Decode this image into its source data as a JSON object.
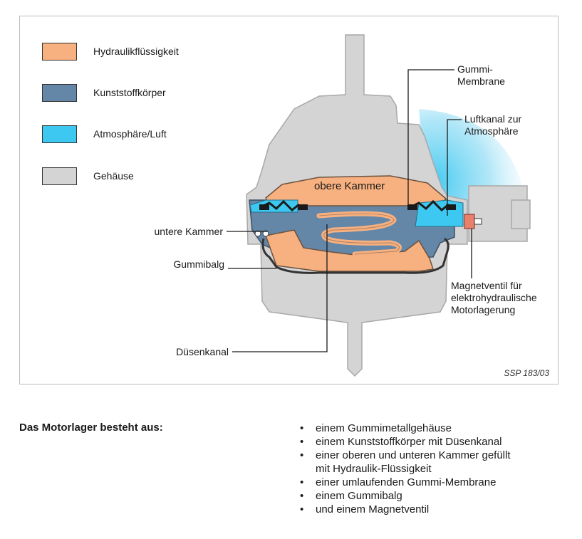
{
  "legend": {
    "items": [
      {
        "label": "Hydraulikflüssigkeit",
        "color": "#f7b07f"
      },
      {
        "label": "Kunststoffkörper",
        "color": "#6487a8"
      },
      {
        "label": "Atmosphäre/Luft",
        "color": "#3cc8f0"
      },
      {
        "label": "Gehäuse",
        "color": "#d4d4d4"
      }
    ]
  },
  "labels": {
    "gummi_membrane": "Gummi-\nMembrane",
    "luftkanal": "Luftkanal zur\nAtmosphäre",
    "obere_kammer": "obere Kammer",
    "untere_kammer": "untere Kammer",
    "gummibalg": "Gummibalg",
    "magnetventil": "Magnetventil für\nelektrohydraulische\nMotorlagerung",
    "duesenkanal": "Düsenkanal"
  },
  "caption": "SSP 183/03",
  "description": {
    "heading": "Das Motorlager besteht aus:",
    "bullet": "•",
    "items": [
      "einem Gummimetallgehäuse",
      "einem Kunststoffkörper mit Düsenkanal",
      "einer oberen und unteren Kammer gefüllt\nmit Hydraulik-Flüssigkeit",
      "einer umlaufenden Gummi-Membrane",
      "einem Gummibalg",
      "und einem Magnetventil"
    ]
  }
}
